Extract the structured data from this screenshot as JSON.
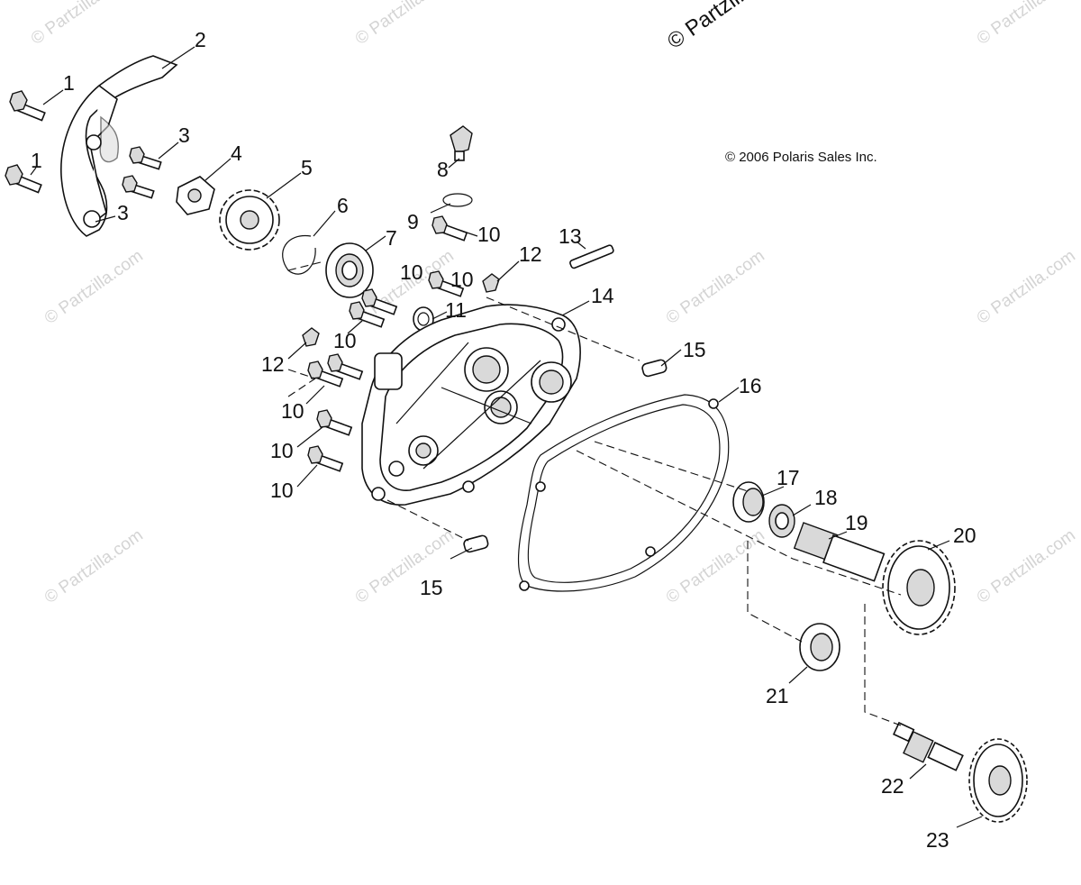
{
  "copyright": "© 2006 Polaris Sales Inc.",
  "watermark_top": "© Partzilla",
  "watermark": "© Partzilla.com",
  "callouts": {
    "c1a": "1",
    "c1b": "1",
    "c2": "2",
    "c3a": "3",
    "c3b": "3",
    "c4": "4",
    "c5": "5",
    "c6": "6",
    "c7": "7",
    "c8": "8",
    "c9": "9",
    "c10a": "10",
    "c10b": "10",
    "c10c": "10",
    "c10d": "10",
    "c10e": "10",
    "c10f": "10",
    "c10g": "10",
    "c11": "11",
    "c12a": "12",
    "c12b": "12",
    "c13": "13",
    "c14": "14",
    "c15a": "15",
    "c15b": "15",
    "c16": "16",
    "c17": "17",
    "c18": "18",
    "c19": "19",
    "c20": "20",
    "c21": "21",
    "c22": "22",
    "c23": "23"
  }
}
